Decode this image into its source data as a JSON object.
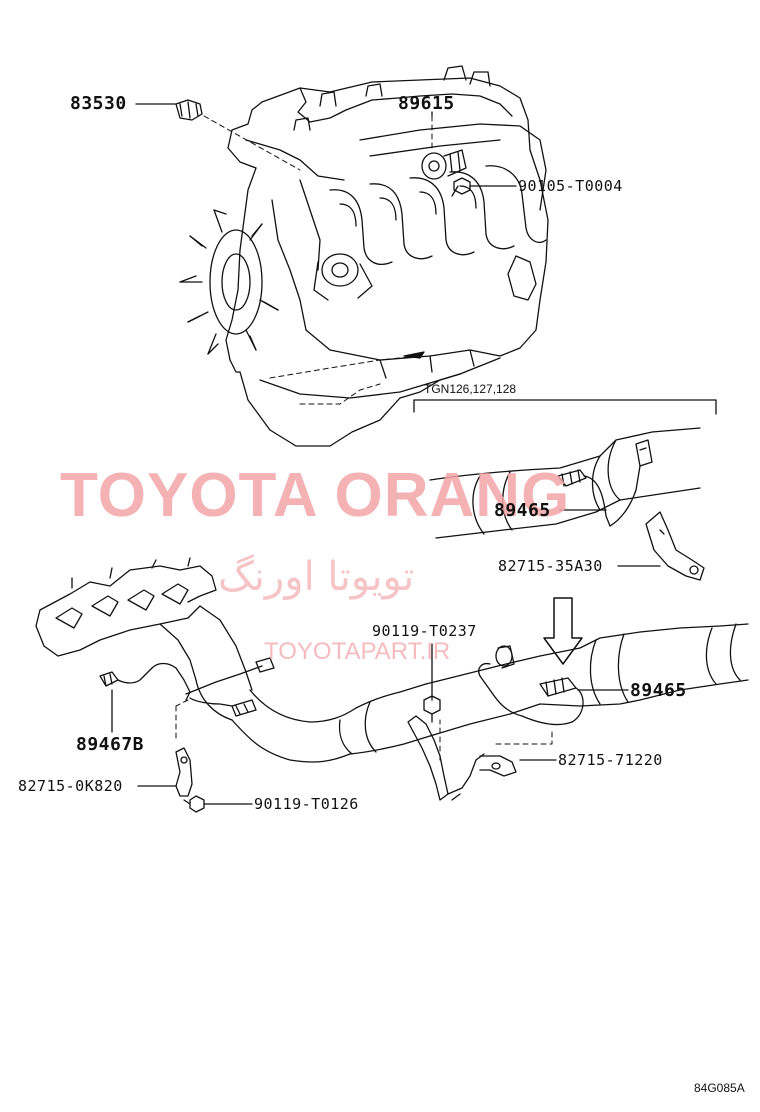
{
  "diagram": {
    "code": "84G085A",
    "note": "TGN126,127,128",
    "parts": {
      "p83530": "83530",
      "p89615": "89615",
      "p90105": "90105-T0004",
      "p89465_top": "89465",
      "p82715_35": "82715-35A30",
      "p90119_0237": "90119-T0237",
      "p89465_main": "89465",
      "p82715_71": "82715-71220",
      "p89467B": "89467B",
      "p82715_0K": "82715-0K820",
      "p90119_0126": "90119-T0126"
    }
  },
  "watermark": {
    "line1": "TOYOTA ORANG",
    "line2": "تویوتا اورنگ",
    "line3": "TOYOTAPART.IR"
  }
}
